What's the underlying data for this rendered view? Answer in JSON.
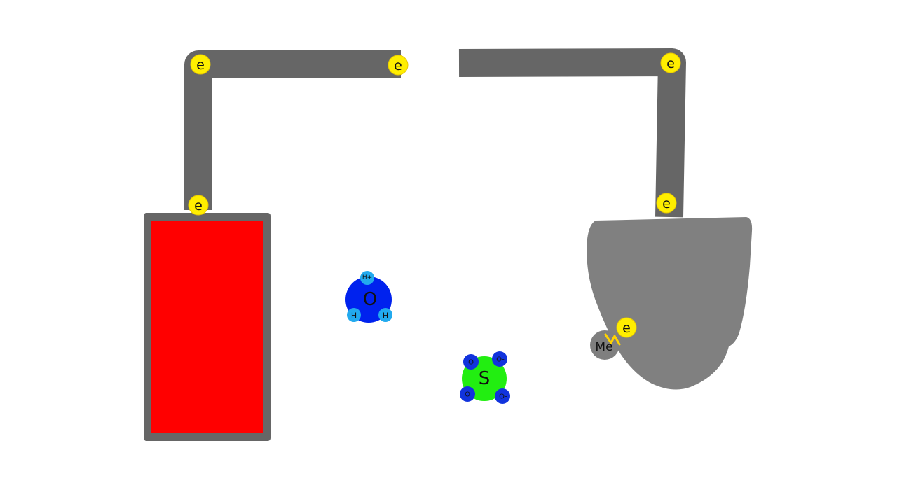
{
  "diagram": {
    "colors": {
      "wire": "#666666",
      "battery_fill": "#ff0000",
      "battery_frame": "#666666",
      "metal_blob": "#808080",
      "metal_atom": "#7f7f7f",
      "electron": "#ffee00",
      "electron_outline": "#e8c800",
      "spark": "#ffd400",
      "water_oxygen": "#0022ee",
      "water_hydrogen": "#22aaee",
      "sulfate_sulfur": "#22ee11",
      "sulfate_oxygen": "#1133dd"
    },
    "electron_label": "e",
    "metal_atom_label": "Me",
    "water": {
      "oxygen_label": "O",
      "hydrogen_labels": [
        "H+",
        "H",
        "H"
      ]
    },
    "sulfate": {
      "sulfur_label": "S",
      "oxygen_labels": [
        "O",
        "O-",
        "O",
        "O-"
      ]
    }
  }
}
